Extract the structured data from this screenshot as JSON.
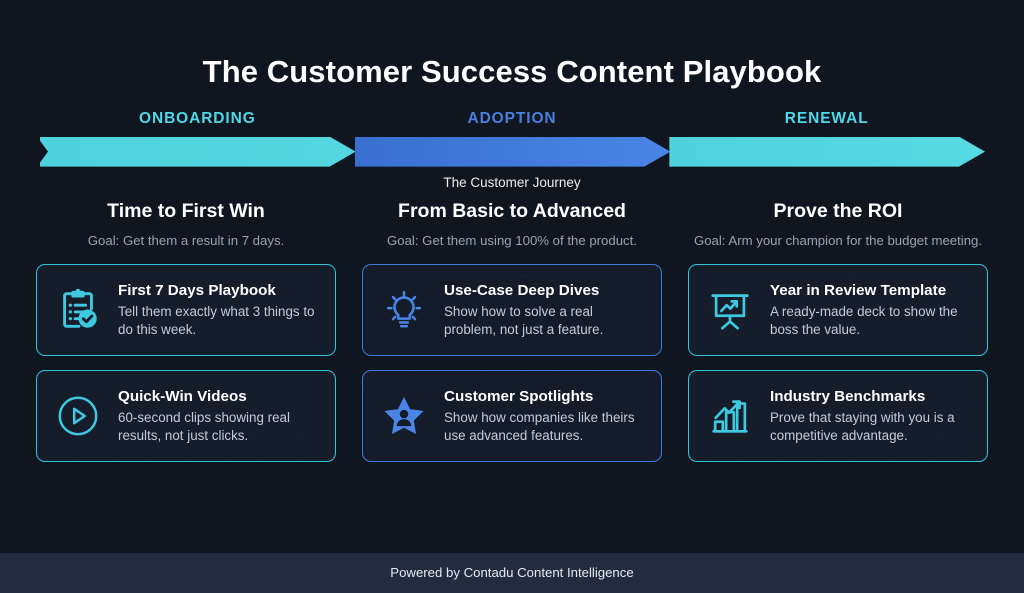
{
  "title": "The Customer Success Content Playbook",
  "journey": {
    "caption": "The Customer Journey",
    "stages": [
      {
        "label": "ONBOARDING",
        "color": "#4ed8e8"
      },
      {
        "label": "ADOPTION",
        "color": "#4a7fe0"
      },
      {
        "label": "RENEWAL",
        "color": "#4ed8e8"
      }
    ]
  },
  "columns": [
    {
      "title": "Time to First Win",
      "goal": "Goal: Get them a result in 7 days.",
      "accent": "#2fc6dc",
      "cards": [
        {
          "icon": "clipboard-check-icon",
          "title": "First 7 Days Playbook",
          "desc": "Tell them exactly what 3 things to do this week."
        },
        {
          "icon": "play-circle-icon",
          "title": "Quick-Win Videos",
          "desc": "60-second clips showing real results, not just clicks."
        }
      ]
    },
    {
      "title": "From Basic to Advanced",
      "goal": "Goal: Get them using 100% of the product.",
      "accent": "#3e7ad8",
      "cards": [
        {
          "icon": "lightbulb-icon",
          "title": "Use-Case Deep Dives",
          "desc": "Show how to solve a real problem, not just a feature."
        },
        {
          "icon": "star-person-icon",
          "title": "Customer Spotlights",
          "desc": "Show how companies like theirs use advanced features."
        }
      ]
    },
    {
      "title": "Prove the ROI",
      "goal": "Goal: Arm your champion for the budget meeting.",
      "accent": "#2fc6dc",
      "cards": [
        {
          "icon": "presentation-chart-icon",
          "title": "Year in Review Template",
          "desc": "A ready-made deck to show the boss the value."
        },
        {
          "icon": "bar-chart-growth-icon",
          "title": "Industry Benchmarks",
          "desc": "Prove that staying with you is a competitive advantage."
        }
      ]
    }
  ],
  "footer": {
    "text": "Powered by Contadu Content Intelligence"
  }
}
